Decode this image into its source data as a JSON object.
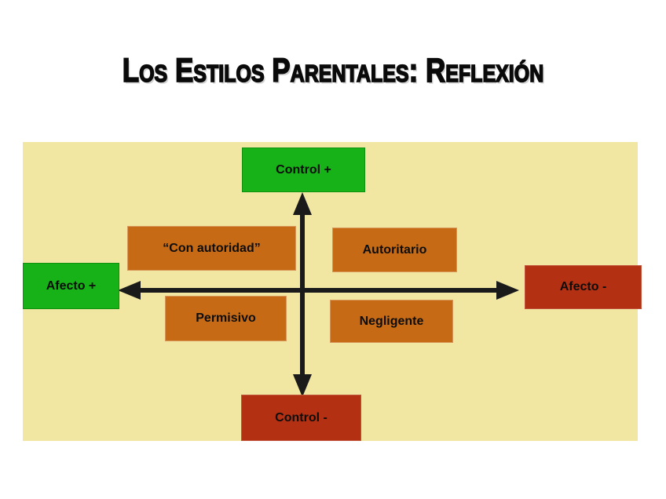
{
  "slide": {
    "title": "Los Estilos Parentales: Reflexión"
  },
  "colors": {
    "positive_green": "#17b217",
    "negative_red": "#b43012",
    "quadrant_orange": "#c76a15",
    "panel_beige": "#f1e7a3",
    "ink_black": "#1a1a1a"
  },
  "diagram": {
    "axes": {
      "vertical_axis": "Control (+ arriba, - abajo)",
      "horizontal_axis": "Afecto (+ izquierda, - derecha)"
    },
    "axis_ends": [
      {
        "id": "control-plus",
        "label": "Control +",
        "role": "positive",
        "position": "top"
      },
      {
        "id": "afecto-plus",
        "label": "Afecto +",
        "role": "positive",
        "position": "left"
      },
      {
        "id": "afecto-minus",
        "label": "Afecto -",
        "role": "negative",
        "position": "right"
      },
      {
        "id": "control-minus",
        "label": "Control -",
        "role": "negative",
        "position": "bottom"
      }
    ],
    "quadrant_styles": [
      {
        "id": "con-autoridad",
        "label": "“Con autoridad”",
        "position": "top-left"
      },
      {
        "id": "autoritario",
        "label": "Autoritario",
        "position": "top-right"
      },
      {
        "id": "permisivo",
        "label": "Permisivo",
        "position": "bottom-left"
      },
      {
        "id": "negligente",
        "label": "Negligente",
        "position": "bottom-right"
      }
    ]
  }
}
